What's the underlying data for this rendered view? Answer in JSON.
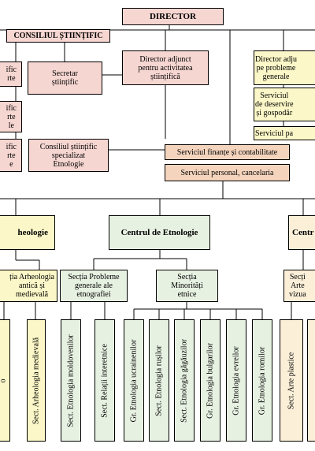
{
  "top": {
    "director": "DIRECTOR",
    "consiliul_stiintific": "CONSILIUL ȘTIINȚIFIC",
    "left_cut_1": "ific\nrte",
    "left_cut_2": "ific\nrte\nle",
    "left_cut_3": "ific\nrte\ne",
    "secretar": "Secretar\nștiințific",
    "director_adjunct_stiinta": "Director adjunct\npentru activitatea\nștiințifică",
    "consiliul_specializat": "Consiliul științific\nspecializat\nEtnologie",
    "director_adjunct_generale": "Director adju\npe probleme\ngenerale",
    "serviciul_deservire": "Serviciul\nde deservire\nși gospodăr",
    "serviciul_pa": "Serviciul pa",
    "serviciul_finante": "Serviciul finanțe și contabilitate",
    "serviciul_personal": "Serviciul personal, cancelaria"
  },
  "centers": {
    "left": "heologie",
    "middle": "Centrul de Etnologie",
    "right": "Centr"
  },
  "sections": {
    "arheologia_antica": "ția Arheologia\nantică și\nmedievală",
    "probleme_generale": "Secția Probleme\ngenerale ale\netnografiei",
    "minoritati": "Secția\nMinorități\netnice",
    "arte_vizuale": "Secți\nArte\nvizua"
  },
  "units": {
    "left_partial": "o",
    "arheologia_medievala": "Sect. Arheologia medievală",
    "etnologia_moldovenilor": "Sect. Etnologia moldovenilor",
    "relatii_interetnice": "Sect. Relații interetnice",
    "etnologia_ucrainenilor": "Gr. Etnologia ucrainenilor",
    "etnologia_rusilor": "Sect. Etnologia rușilor",
    "etnologia_gagauzilor": "Sect. Etnologia găgăuzilor",
    "etnologia_bulgarilor": "Gr. Etnologia bulgarilor",
    "etnologia_evreilor": "Gr. Etnologia evreilor",
    "etnologia_romilor": "Gr. Etnologia romilor",
    "arte_plastice": "Sect. Arte plastice"
  }
}
